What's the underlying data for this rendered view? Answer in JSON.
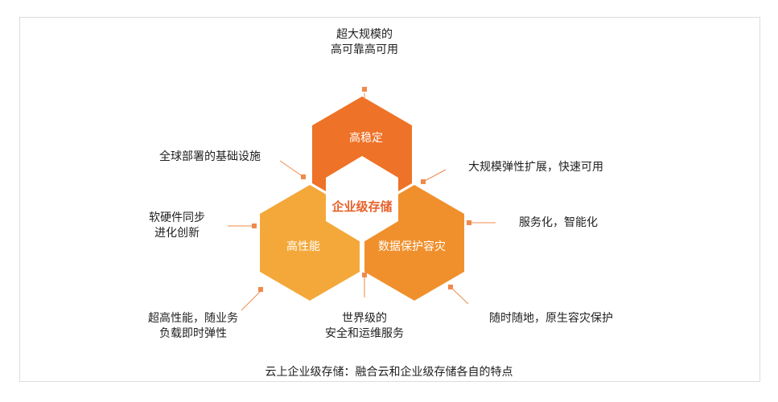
{
  "diagram": {
    "center": "企业级存储",
    "hexes": {
      "top": "高稳定",
      "left": "高性能",
      "right": "数据保护容灾"
    },
    "labels": {
      "top": "超大规模的\n高可靠高可用",
      "upper_left": "全球部署的基础设施",
      "upper_right": "大规模弹性扩展，快速可用",
      "mid_left": "软硬件同步\n进化创新",
      "mid_right": "服务化，智能化",
      "lower_left": "超高性能，随业务\n负载即时弹性",
      "bottom": "世界级的\n安全和运维服务",
      "lower_right": "随时随地，原生容灾保护"
    },
    "caption": "云上企业级存储：融合云和企业级存储各自的特点"
  },
  "colors": {
    "top_hex": "#ee7227",
    "left_hex": "#f4a83a",
    "right_hex": "#f0902d",
    "center_text": "#e8612a",
    "connector": "#f08a4b"
  }
}
